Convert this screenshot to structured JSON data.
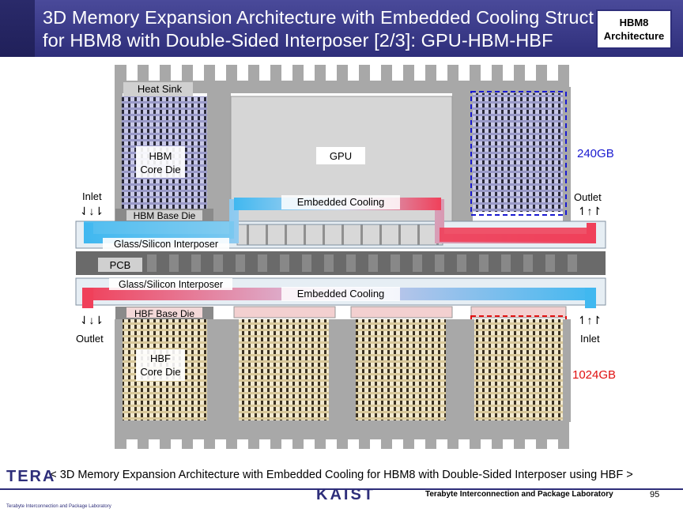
{
  "header": {
    "title_line1": "3D Memory Expansion Architecture with Embedded Cooling Struct",
    "title_line2": "for HBM8 with Double-Sided Interposer [2/3]: GPU-HBM-HBF",
    "badge_line1": "HBM8",
    "badge_line2": "Architecture"
  },
  "diagram": {
    "heat_sink": "Heat Sink",
    "hbm_core_die_1": "HBM",
    "hbm_core_die_2": "Core Die",
    "gpu": "GPU",
    "hbm_capacity": "240GB",
    "inlet_top": "Inlet",
    "outlet_top": "Outlet",
    "embedded_cooling_top": "Embedded Cooling",
    "hbm_base_die": "HBM Base Die",
    "interposer_top": "Glass/Silicon Interposer",
    "pcb": "PCB",
    "interposer_bottom": "Glass/Silicon Interposer",
    "embedded_cooling_bottom": "Embedded Cooling",
    "hbf_base_die": "HBF Base Die",
    "outlet_bottom": "Outlet",
    "inlet_bottom": "Inlet",
    "hbf_core_die_1": "HBF",
    "hbf_core_die_2": "Core Die",
    "hbf_capacity": "1024GB",
    "colors": {
      "hot": "#f0405a",
      "cold": "#40b8f0",
      "hbm_fill": "#c9c9e8",
      "hbf_fill": "#f3ead0",
      "hbm_cap": "#1a1ad0",
      "hbf_cap": "#e01010"
    }
  },
  "caption": "< 3D Memory Expansion Architecture with Embedded Cooling for HBM8 with Double-Sided Interposer using HBF >",
  "footer": {
    "logo_left": "TERA",
    "logo_sub": "Terabyte Interconnection and Package Laboratory",
    "logo_mid": "KAIST",
    "lab_name": "Terabyte Interconnection and Package Laboratory",
    "page": "95"
  }
}
